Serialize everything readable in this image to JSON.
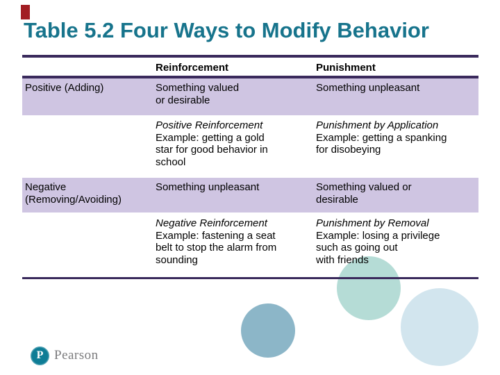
{
  "slide": {
    "title": "Table 5.2 Four Ways to Modify Behavior"
  },
  "table": {
    "header": {
      "col1": "",
      "col2": "Reinforcement",
      "col3": "Punishment"
    },
    "row1": {
      "col1": "Positive (Adding)",
      "col2": [
        "Something valued",
        "or desirable"
      ],
      "col3": [
        "Something unpleasant"
      ]
    },
    "row2": {
      "col2_title": "Positive Reinforcement",
      "col2": [
        "Example: getting a gold",
        "star for good behavior in",
        "school"
      ],
      "col3_title": "Punishment by Application",
      "col3": [
        "Example: getting a spanking",
        "for disobeying"
      ]
    },
    "row3": {
      "col1": [
        "Negative",
        "(Removing/Avoiding)"
      ],
      "col2": [
        "Something unpleasant"
      ],
      "col3": [
        "Something valued or",
        "desirable"
      ]
    },
    "row4": {
      "col2_title": "Negative Reinforcement",
      "col2": [
        "Example: fastening a seat",
        "belt to stop the alarm from",
        "sounding"
      ],
      "col3_title": "Punishment by Removal",
      "col3": [
        "Example: losing a privilege",
        "such as going out",
        "with friends"
      ]
    }
  },
  "footer": {
    "logo_letter": "P",
    "brand_name": "Pearson"
  },
  "colors": {
    "title": "#17748c",
    "rule": "#3a2a5c",
    "lavender": "#cfc5e2",
    "text": "#000000",
    "chip": "#a11d22",
    "circleA": "#8cb6c8",
    "circleB": "#b5dcd6",
    "circleC": "#d2e5ee",
    "pearson": "#0e7d96",
    "wordmark": "#7b7b7d"
  }
}
